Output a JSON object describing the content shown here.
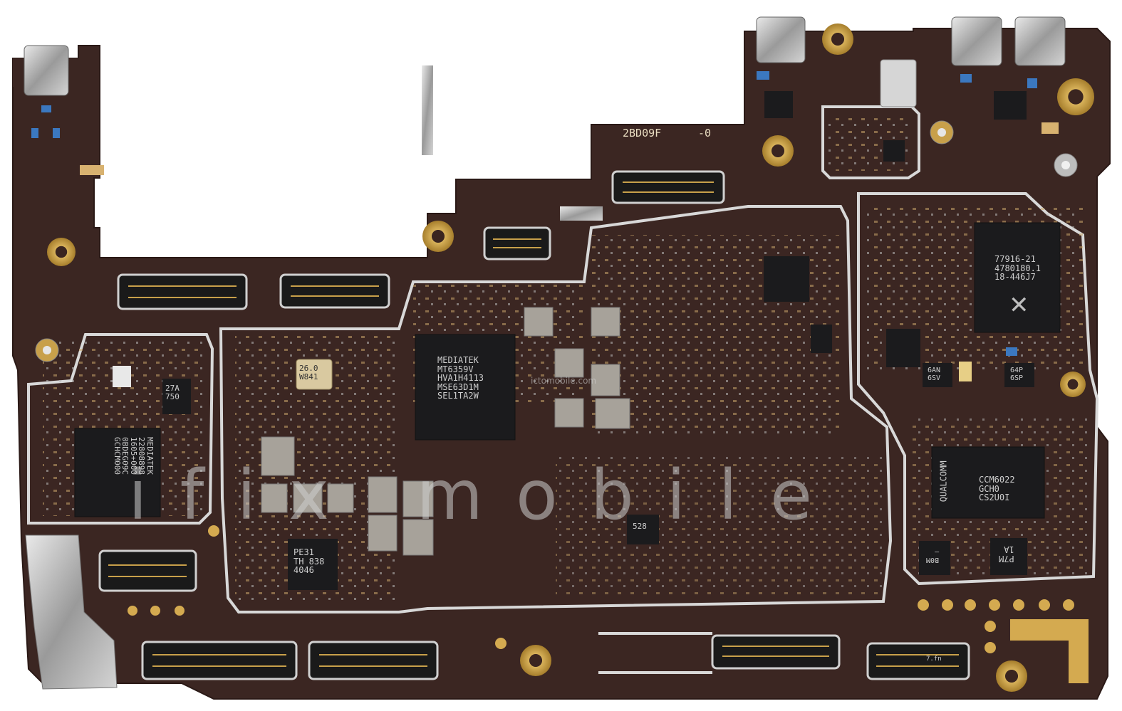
{
  "pcb": {
    "board_colors": {
      "substrate": "#3a2520",
      "shield": "#d6d6d6",
      "gold": "#c8a04a",
      "chip": "#1b1b1d"
    },
    "silkscreen_id": "2BD09F",
    "silkscreen_rev": "-0",
    "chips": {
      "pmic": [
        "MEDIATEK",
        "MT6359V",
        "HVA1H4113",
        "MSE63D1M",
        "SEL1TA2W"
      ],
      "mtk_left": [
        "MEDIATEK",
        "22808898",
        "1605+000",
        "0BDEG09C",
        "GCHCM000"
      ],
      "crystal": [
        "26.0",
        "W841"
      ],
      "small_27a": [
        "27A",
        "750"
      ],
      "pe31": [
        "PE31",
        "TH 838",
        "4046"
      ],
      "skyworks": [
        "77916-21",
        "4780180.1",
        "18-446J7"
      ],
      "qualcomm": [
        "QUALCOMM",
        "CCM6022",
        "GCH0",
        "CS2U0I"
      ],
      "dual_6an": "6AN\n6SV",
      "dual_64p": "64P\n6SP",
      "b0m": "B0M\n—",
      "p7m": "P7M\n1A",
      "c528": "528",
      "bottom_conn": "7.fn"
    },
    "watermark": {
      "main": "ifix mobile",
      "small": "ictomobile.com"
    }
  }
}
